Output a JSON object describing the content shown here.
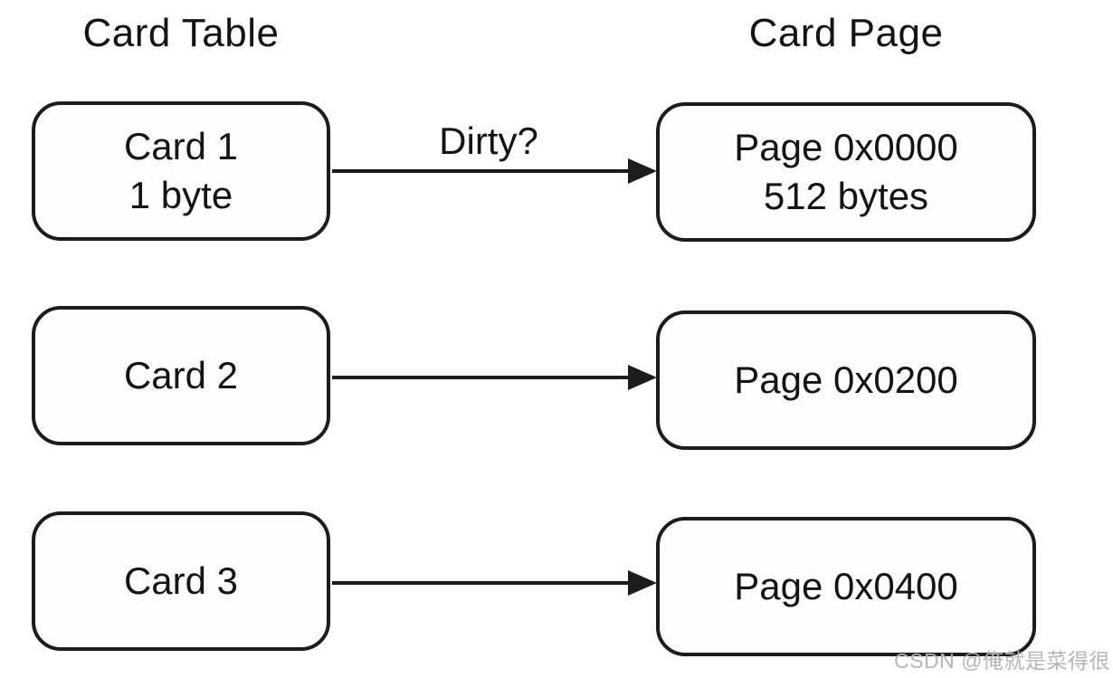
{
  "diagram": {
    "left_column_title": "Card Table",
    "right_column_title": "Card Page",
    "rows": [
      {
        "card_line1": "Card 1",
        "card_line2": "1 byte",
        "arrow_label": "Dirty?",
        "page_line1": "Page 0x0000",
        "page_line2": "512 bytes"
      },
      {
        "card_line1": "Card 2",
        "card_line2": "",
        "arrow_label": "",
        "page_line1": "Page 0x0200",
        "page_line2": ""
      },
      {
        "card_line1": "Card 3",
        "card_line2": "",
        "arrow_label": "",
        "page_line1": "Page 0x0400",
        "page_line2": ""
      }
    ],
    "colors": {
      "stroke": "#1c1c1c",
      "text": "#141414",
      "box_fill": "#fdfdfd",
      "watermark": "#b5b5b5",
      "background": "#ffffff"
    }
  },
  "watermark": {
    "text": "CSDN @俺就是菜得很"
  }
}
